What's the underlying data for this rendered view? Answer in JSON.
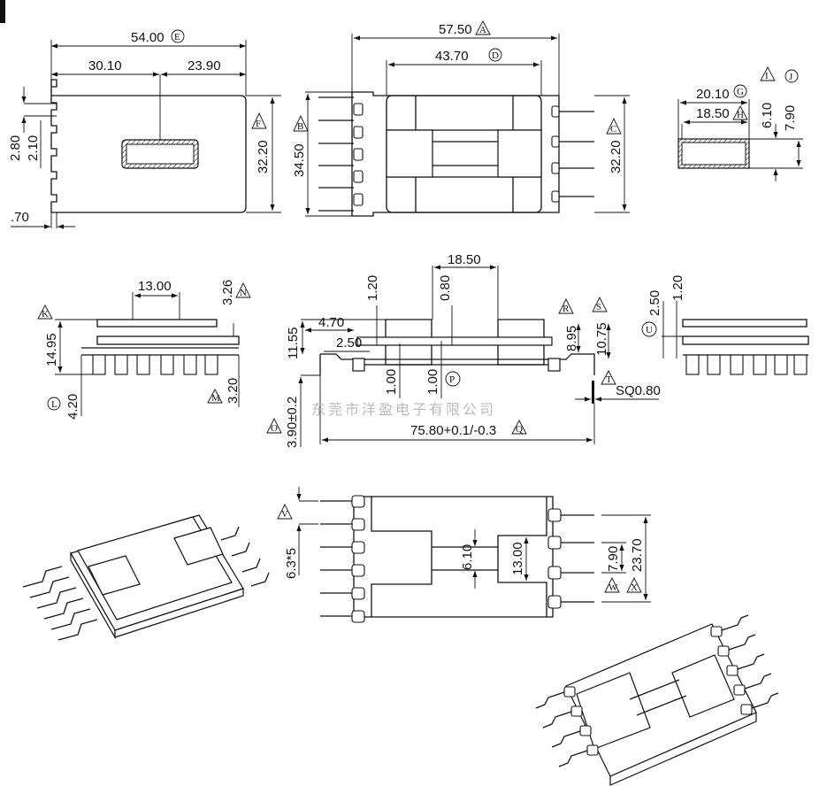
{
  "watermark": "东莞市洋盈电子有限公司",
  "top_view": {
    "width_total": "54.00",
    "ref_E": "E",
    "width_left": "30.10",
    "width_right": "23.90",
    "pitch": "2.80",
    "slot": "2.10",
    "offset": ".70",
    "height": "32.20",
    "ref_F": "F"
  },
  "front_view": {
    "overall": "57.50",
    "ref_A": "A",
    "core": "43.70",
    "ref_D": "D",
    "left_height": "34.50",
    "ref_B": "B",
    "right_height": "32.20",
    "ref_C": "C"
  },
  "section_view": {
    "outer": "20.10",
    "ref_G": "G",
    "inner": "18.50",
    "ref_H": "H",
    "inner_h": "6.10",
    "ref_I": "I",
    "outer_h": "7.90",
    "ref_J": "J"
  },
  "side_left": {
    "width": "13.00",
    "top": "3.26",
    "ref_N": "N",
    "height": "14.95",
    "ref_K": "K",
    "pin": "4.20",
    "ref_L": "L",
    "base": "3.20",
    "ref_M": "M"
  },
  "side_main": {
    "gap": "18.50",
    "flange": "1.20",
    "core_t": "0.80",
    "pad": "4.70",
    "height": "11.55",
    "lead": "2.50",
    "inner": "8.95",
    "ref_R": "R",
    "outer": "10.75",
    "ref_S": "S",
    "wall1": "1.00",
    "wall2": "1.00",
    "ref_P": "P",
    "pin_len": "3.90±0.2",
    "ref_O": "O",
    "span": "75.80+0.1/-0.3",
    "ref_Q": "Q",
    "pin_sq": "SQ0.80",
    "ref_T": "T"
  },
  "side_right": {
    "h1": "2.50",
    "ref_U": "U",
    "h2": "1.20"
  },
  "bottom_view": {
    "pitch": "6.3*5",
    "ref_V": "V",
    "core_w": "6.10",
    "window": "13.00",
    "pin_pitch": "7.90",
    "ref_W": "W",
    "pin_span": "23.70",
    "ref_X": "X"
  }
}
